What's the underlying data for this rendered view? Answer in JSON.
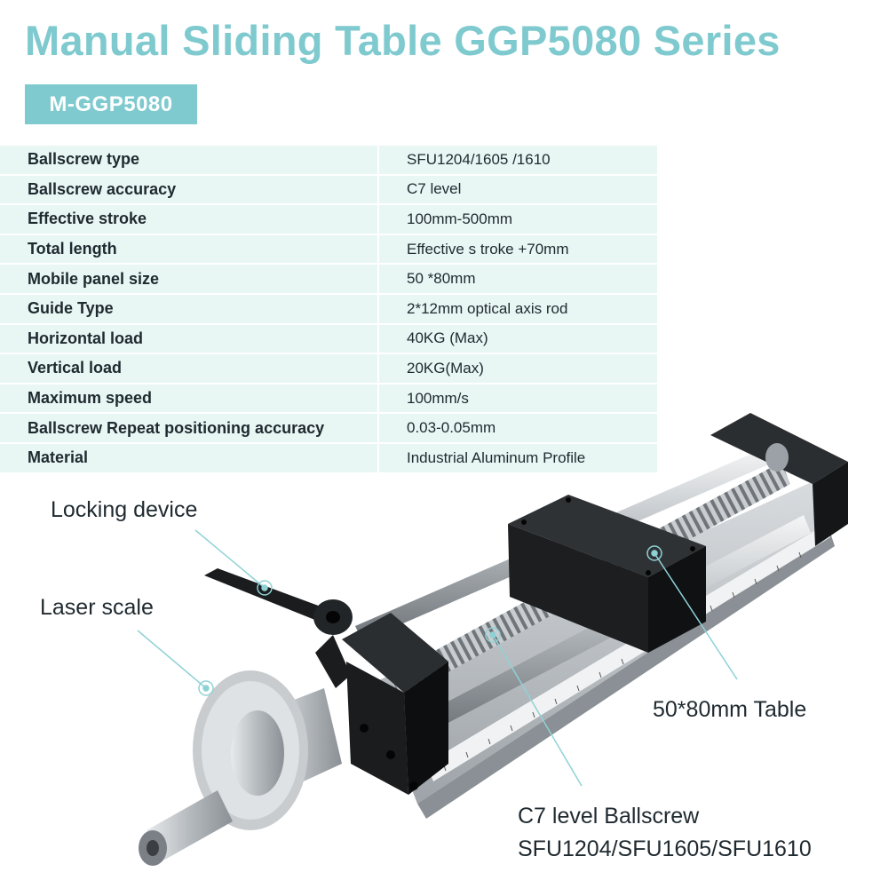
{
  "header": {
    "title": "Manual Sliding Table GGP5080 Series",
    "model_badge": "M-GGP5080"
  },
  "specs": [
    {
      "label": "Ballscrew type",
      "value": "SFU1204/1605 /1610"
    },
    {
      "label": "Ballscrew accuracy",
      "value": "C7 level"
    },
    {
      "label": "Effective stroke",
      "value": "100mm-500mm"
    },
    {
      "label": "Total length",
      "value": "Effective s troke +70mm"
    },
    {
      "label": "Mobile panel size",
      "value": "50 *80mm"
    },
    {
      "label": "Guide Type",
      "value": "2*12mm optical axis rod"
    },
    {
      "label": "Horizontal load",
      "value": "40KG (Max)"
    },
    {
      "label": "Vertical load",
      "value": "20KG(Max)"
    },
    {
      "label": "Maximum speed",
      "value": "100mm/s"
    },
    {
      "label": "Ballscrew Repeat positioning accuracy",
      "value": "0.03-0.05mm"
    },
    {
      "label": "Material",
      "value": "Industrial Aluminum Profile"
    }
  ],
  "callouts": {
    "locking_device": "Locking device",
    "laser_scale": "Laser scale",
    "table": "50*80mm Table",
    "ballscrew_line1": "C7 level Ballscrew",
    "ballscrew_line2": "SFU1204/SFU1605/SFU1610"
  },
  "colors": {
    "accent": "#7fcacf",
    "table_row": "#e8f6f4",
    "text": "#1f2a30"
  }
}
